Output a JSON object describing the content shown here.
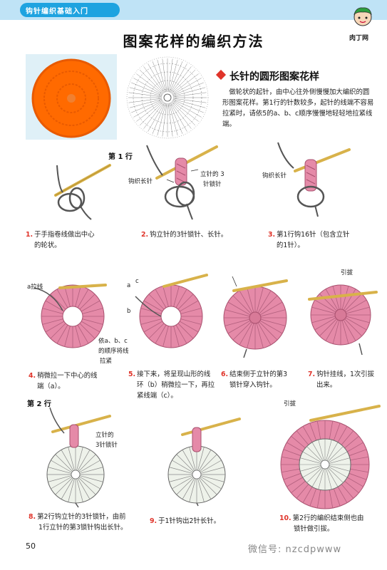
{
  "header": {
    "series": "钩针编织基础入门",
    "brand": "肉丁网"
  },
  "page": {
    "title": "图案花样的编织方法",
    "number": "50"
  },
  "section": {
    "title": "长针的圆形图案花样",
    "intro": "做轮状的起针，由中心往外侧慢慢加大编织的圆形图案花样。第1行的针数较多，起针的线端不容易拉紧时，请依5的a、b、c顺序慢慢地轻轻地拉紧线端。"
  },
  "rows": {
    "row1": "第 1 行",
    "row2": "第 2 行"
  },
  "labels": {
    "hook_dc1": "钩织长针",
    "chain3_1": "立针的 3",
    "chain3_2": "针锁针",
    "hook_dc2": "钩织长针",
    "pull_a": "a拉线",
    "order_1": "依a、b、c",
    "order_2": "的顺序将线",
    "order_3": "拉紧",
    "slip7": "引拔",
    "chain3_8a": "立针的",
    "chain3_8b": "3针锁针",
    "slip10": "引拔",
    "a": "a",
    "b": "b",
    "c": "c"
  },
  "steps": [
    {
      "n": "1.",
      "line1": "于手指卷线做出中心",
      "line2": "的轮状。"
    },
    {
      "n": "2.",
      "line1": "钩立针的3针锁针、长针。",
      "line2": ""
    },
    {
      "n": "3.",
      "line1": "第1行钩16针（包含立针",
      "line2": "的1针）。"
    },
    {
      "n": "4.",
      "line1": "稍微拉一下中心的线",
      "line2": "端（a）。"
    },
    {
      "n": "5.",
      "line1": "接下来，将呈现山形的线",
      "line2": "环（b）稍微拉一下，再拉",
      "line3": "紧线端（c）。"
    },
    {
      "n": "6.",
      "line1": "结束侧于立针的第3",
      "line2": "锁针穿入钩针。"
    },
    {
      "n": "7.",
      "line1": "钩针挂线，1次引拔",
      "line2": "出来。"
    },
    {
      "n": "8.",
      "line1": "第2行钩立针的3针锁针，由前",
      "line2": "1行立针的第3锁针钩出长针。"
    },
    {
      "n": "9.",
      "line1": "于1针钩出2针长针。",
      "line2": ""
    },
    {
      "n": "10.",
      "line1": "第2行的编织结束侧也由",
      "line2": "锁针做引拔。"
    }
  ],
  "footer": {
    "wechat": "微信号: nzcdpwww"
  },
  "colors": {
    "accent_red": "#e0342a",
    "header_blue": "#1ea3e0",
    "yarn_pink": "#e58aa8",
    "hook_gold": "#d8b24a",
    "orange": "#ff6a00"
  }
}
